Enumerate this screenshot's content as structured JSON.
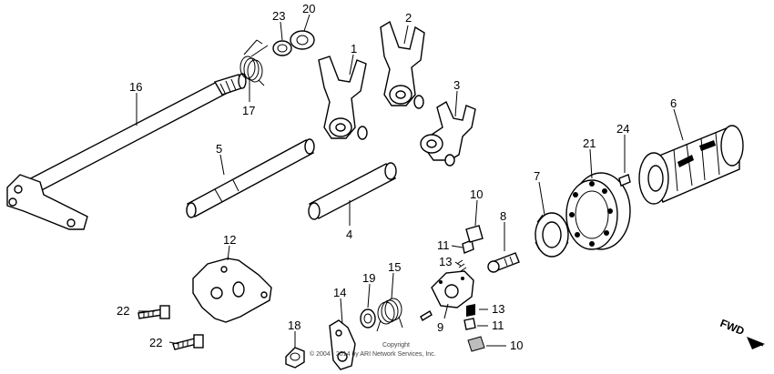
{
  "callouts": {
    "c1": "1",
    "c2": "2",
    "c3": "3",
    "c4": "4",
    "c5": "5",
    "c6": "6",
    "c7": "7",
    "c8": "8",
    "c9": "9",
    "c10a": "10",
    "c10b": "10",
    "c11a": "11",
    "c11b": "11",
    "c12": "12",
    "c13a": "13",
    "c13b": "13",
    "c14": "14",
    "c15": "15",
    "c16": "16",
    "c17": "17",
    "c18": "18",
    "c19": "19",
    "c20": "20",
    "c21": "21",
    "c22a": "22",
    "c22b": "22",
    "c23": "23",
    "c24": "24"
  },
  "direction_label": "FWD",
  "copyright_line1": "Copyright",
  "copyright_line2": "© 2004 - 2014 by ARI Network Services, Inc."
}
